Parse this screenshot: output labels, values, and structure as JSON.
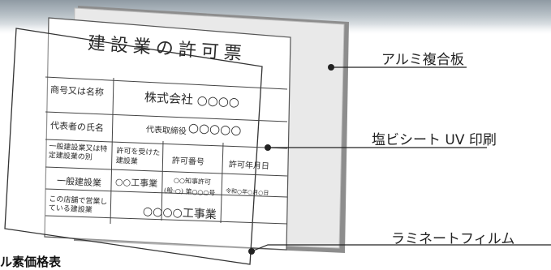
{
  "layers": {
    "aluminum_board": "アルミ複合板",
    "pvc_sheet": "塩ビシート UV 印刷",
    "laminate_film": "ラミネートフィルム"
  },
  "sign": {
    "title": "建設業の許可票",
    "rows": [
      {
        "label": "商号又は名称",
        "value": "株式会社 ○○○○"
      },
      {
        "label": "代表者の氏名",
        "value_prefix": "代表取締役",
        "value": "○○○○○"
      },
      {
        "label": "一般建設業又は特定建設業の別",
        "col1": "許可を受けた 建設業",
        "col2": "許可番号",
        "col3": "許可年月日"
      },
      {
        "label": "一般建設業",
        "col1": "○○工事業",
        "col2_line1": "○○知事許可",
        "col2_line2": "(般-○) 第○○○号",
        "col3": "令和○年○月○日"
      },
      {
        "label": "この店舗で営業している建設業",
        "value": "○○○○工事業"
      }
    ]
  },
  "footer": "ル素価格表",
  "colors": {
    "leader": "#222222",
    "board_shadow": "#8d8d8d"
  }
}
